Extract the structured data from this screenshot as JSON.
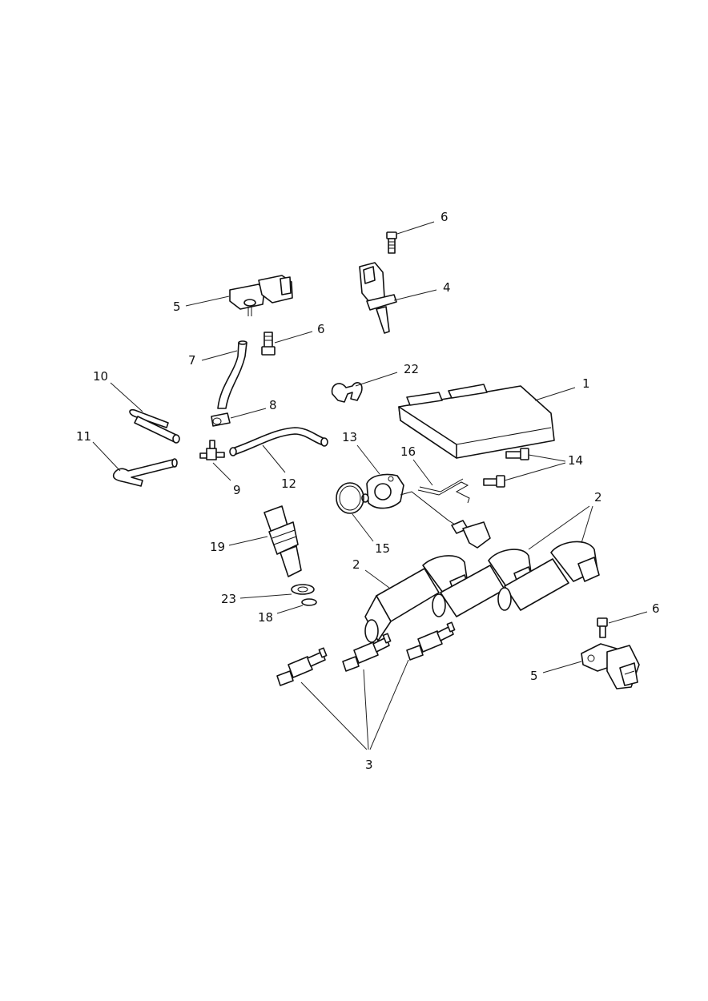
{
  "diagram": {
    "labels": {
      "ecm": "1",
      "coil_right_top": "2",
      "coil_left": "2",
      "spark_plugs": "3",
      "sensor_top": "4",
      "map_sensor_top": "5",
      "map_sensor_bottom": "5",
      "screw_top": "6",
      "screw_mid": "6",
      "screw_bottom": "6",
      "hose_7": "7",
      "clip_8": "8",
      "t_piece_9": "9",
      "hose_10": "10",
      "hose_11": "11",
      "hose_12": "12",
      "sensor_13": "13",
      "screws_14": "14",
      "oring_15": "15",
      "bracket_16": "16",
      "temp_sensor_19": "19",
      "washer_18": "18",
      "washer_23": "23",
      "clip_22": "22"
    }
  }
}
